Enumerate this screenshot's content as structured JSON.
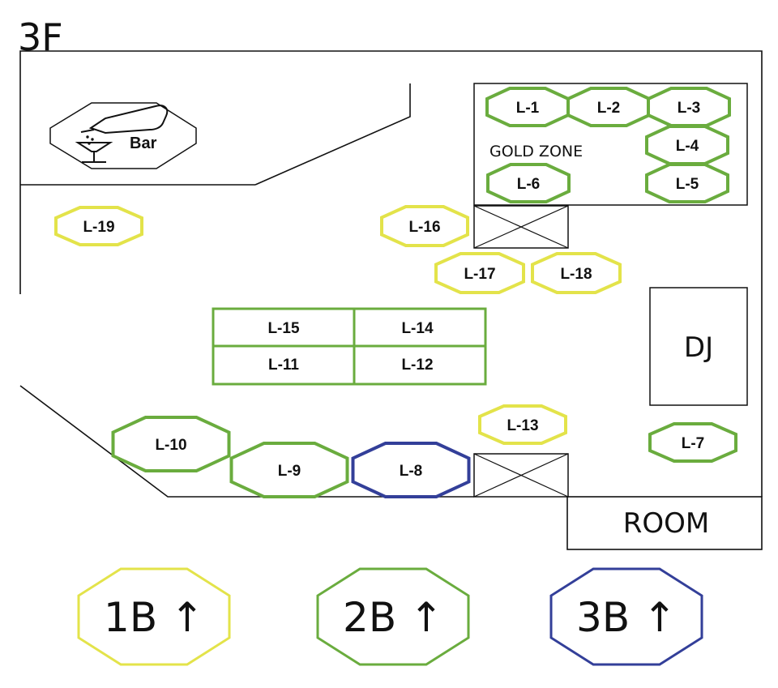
{
  "floor_label": "3F",
  "bar_label": "Bar",
  "gold_zone_label": "GOLD ZONE",
  "dj_label": "DJ",
  "room_label": "ROOM",
  "colors": {
    "yellow": "#e3e34a",
    "green": "#6aac3e",
    "blue": "#333f99",
    "wall": "#111111"
  },
  "booths": {
    "L1": "L-1",
    "L2": "L-2",
    "L3": "L-3",
    "L4": "L-4",
    "L5": "L-5",
    "L6": "L-6",
    "L7": "L-7",
    "L8": "L-8",
    "L9": "L-9",
    "L10": "L-10",
    "L11": "L-11",
    "L12": "L-12",
    "L13": "L-13",
    "L14": "L-14",
    "L15": "L-15",
    "L16": "L-16",
    "L17": "L-17",
    "L18": "L-18",
    "L19": "L-19"
  },
  "legend": {
    "b1": "1B ↑",
    "b2": "2B ↑",
    "b3": "3B ↑"
  },
  "icons": [
    "bar-bottle-glass-icon",
    "crossed-box-icon"
  ]
}
